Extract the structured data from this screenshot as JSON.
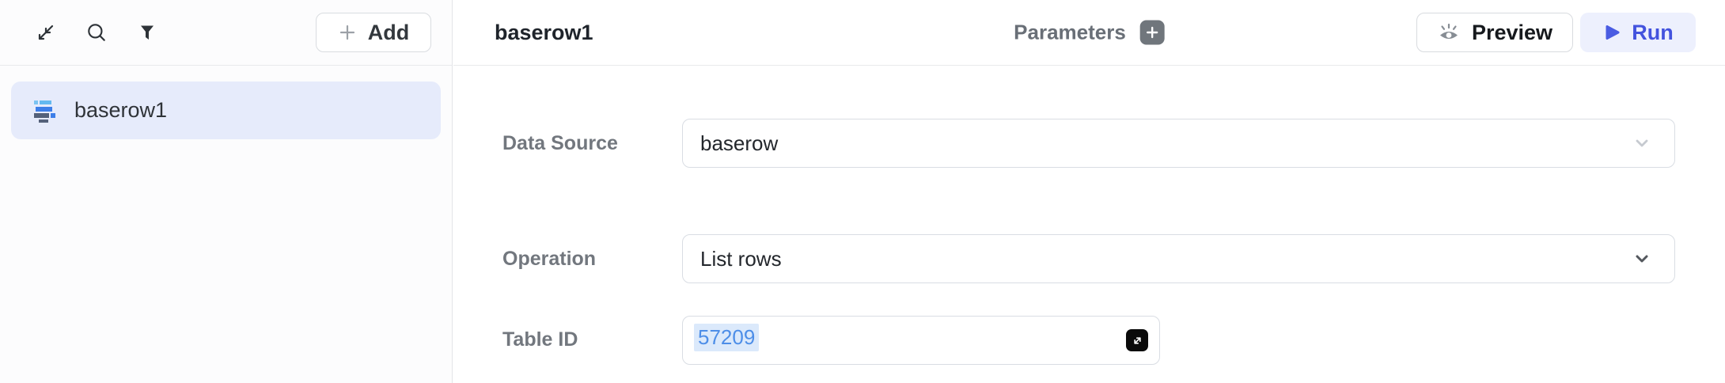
{
  "sidebar": {
    "add_label": "Add",
    "items": [
      {
        "label": "baserow1",
        "selected": true
      }
    ]
  },
  "header": {
    "title": "baserow1",
    "parameters_label": "Parameters",
    "preview_label": "Preview",
    "run_label": "Run"
  },
  "form": {
    "rows": [
      {
        "label": "Data Source",
        "value": "baserow",
        "type": "select"
      },
      {
        "label": "Operation",
        "value": "List rows",
        "type": "select"
      },
      {
        "label": "Table ID",
        "value": "57209",
        "type": "code"
      }
    ]
  },
  "icons": [
    "collapse-panel-icon",
    "search-icon",
    "filter-icon",
    "plus-icon",
    "baserow-logo-icon",
    "eye-icon",
    "play-icon",
    "chevron-down-icon",
    "expand-icon"
  ],
  "colors": {
    "accent_indigo": "#4353de",
    "run_button_bg": "#edf0fd",
    "selected_item_bg": "#e6ebfb",
    "token_blue": "#4d8ee8",
    "token_bg": "#dbe9fb",
    "label_gray": "#72777e",
    "border_gray": "#d9dde3"
  }
}
